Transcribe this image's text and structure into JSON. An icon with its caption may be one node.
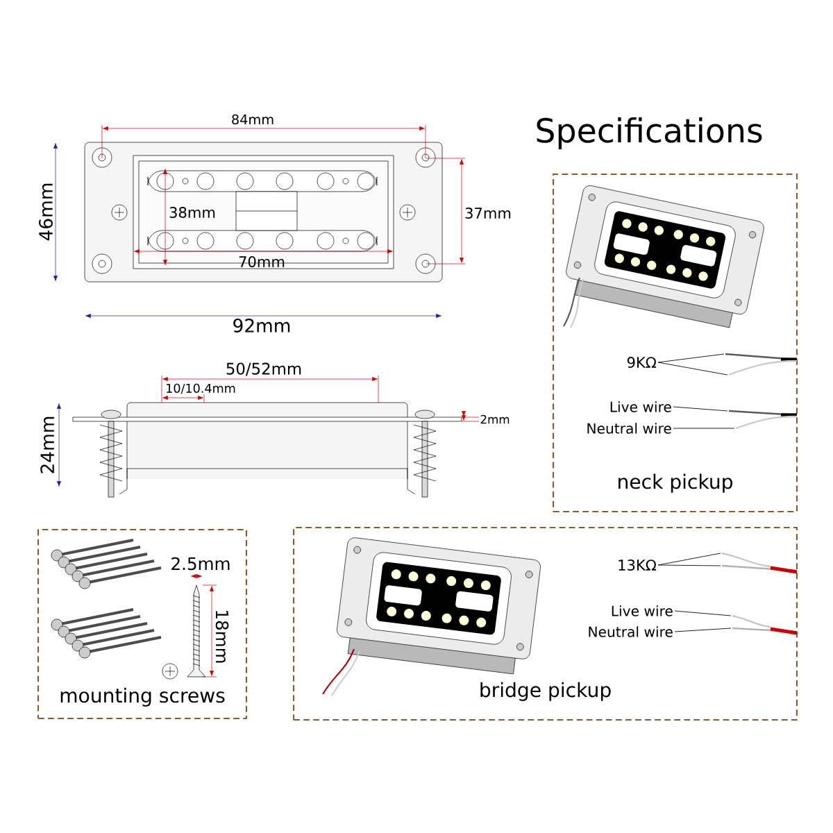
{
  "diagram": {
    "title": "Specifications",
    "nodes": [
      {
        "text": [
          "neck pickup"
        ]
      },
      {
        "text": [
          "9KΩ"
        ],
        "in": 0
      },
      {
        "text": [
          "Live wire"
        ],
        "in": 0
      },
      {
        "text": [
          "Neutral wire"
        ],
        "in": 0
      },
      {
        "text": [
          "bridge pickup"
        ]
      },
      {
        "text": [
          "13KΩ"
        ],
        "in": 4
      },
      {
        "text": [
          "Live wire"
        ],
        "in": 4
      },
      {
        "text": [
          "Neutral wire"
        ],
        "in": 4
      },
      {
        "text": [
          "mounting screws"
        ]
      },
      {
        "text": [],
        "shape": "picture",
        "in": 0
      },
      {
        "text": [],
        "shape": "picture",
        "in": 0
      },
      {
        "text": [],
        "shape": "picture",
        "in": 0
      },
      {
        "text": [],
        "shape": "picture",
        "in": 0
      },
      {
        "text": [],
        "shape": "picture",
        "in": 4
      },
      {
        "text": [],
        "shape": "picture",
        "in": 4
      },
      {
        "text": [],
        "shape": "picture",
        "in": 4
      },
      {
        "text": [],
        "shape": "picture",
        "in": 4
      }
    ],
    "edges": [
      {
        "from": 1,
        "to": 9,
        "arrow": "none"
      },
      {
        "from": 1,
        "to": 10,
        "arrow": "none"
      },
      {
        "from": 2,
        "to": 11,
        "arrow": "none"
      },
      {
        "from": 3,
        "to": 12,
        "arrow": "none"
      },
      {
        "from": 5,
        "to": 13,
        "arrow": "none"
      },
      {
        "from": 5,
        "to": 14,
        "arrow": "none"
      },
      {
        "from": 6,
        "to": 15,
        "arrow": "none"
      },
      {
        "from": 7,
        "to": 16,
        "arrow": "none"
      }
    ],
    "labels": [
      "84mm",
      "46mm",
      "38mm",
      "37mm",
      "70mm",
      "92mm",
      "50/52mm",
      "10/10.4mm",
      "24mm",
      "2mm",
      "2.5mm",
      "18mm"
    ]
  }
}
